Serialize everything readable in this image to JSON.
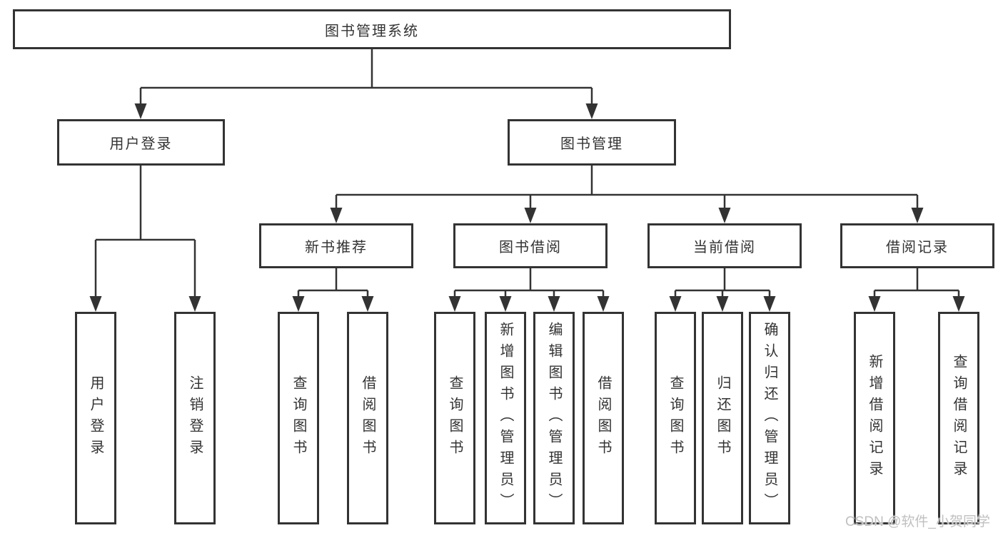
{
  "diagram": {
    "root": {
      "label": "图书管理系统"
    },
    "branches": [
      {
        "label": "用户登录",
        "children": [
          {
            "label": "用户登录"
          },
          {
            "label": "注销登录"
          }
        ]
      },
      {
        "label": "图书管理",
        "children": [
          {
            "label": "新书推荐",
            "children": [
              {
                "label": "查询图书"
              },
              {
                "label": "借阅图书"
              }
            ]
          },
          {
            "label": "图书借阅",
            "children": [
              {
                "label": "查询图书"
              },
              {
                "label": "新增图书（管理员）"
              },
              {
                "label": "编辑图书（管理员）"
              },
              {
                "label": "借阅图书"
              }
            ]
          },
          {
            "label": "当前借阅",
            "children": [
              {
                "label": "查询图书"
              },
              {
                "label": "归还图书"
              },
              {
                "label": "确认归还（管理员）"
              }
            ]
          },
          {
            "label": "借阅记录",
            "children": [
              {
                "label": "新增借阅记录"
              },
              {
                "label": "查询借阅记录"
              }
            ]
          }
        ]
      }
    ],
    "watermark": "CSDN @软件_小贺同学",
    "colors": {
      "border": "#333333",
      "line": "#333333",
      "text": "#333333",
      "background": "#ffffff",
      "watermark": "#c0c0c0"
    }
  }
}
